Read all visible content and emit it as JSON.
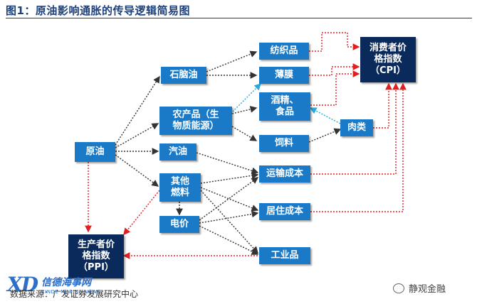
{
  "title": "图1：原油影响通胀的传导逻辑简易图",
  "nodes": {
    "crude_oil": "原油",
    "naphtha": "石脑油",
    "agri": "农产品（生\n物质能源）",
    "gasoline": "汽油",
    "other_fuel": "其他\n燃料",
    "electricity": "电价",
    "textile": "纺织品",
    "film": "薄膜",
    "liquor_food": "酒精、\n食品",
    "feed": "饲料",
    "meat": "肉类",
    "transport": "运输成本",
    "housing": "居住成本",
    "industrial": "工业品",
    "cpi": "消费者价\n格指数\n（CPI）",
    "ppi": "生产者价\n格指数\n（PPI）"
  },
  "source": "数据来源：广发证券发展研究中心",
  "watermark_left": {
    "mark": "XD",
    "name_cn": "信德海事网",
    "name_en": "XINDE MARINE NEWS"
  },
  "watermark_right": "静观金融",
  "colors": {
    "box": "#1a7ac8",
    "box_dark": "#0b2a5c",
    "arrow_dark": "#333333",
    "arrow_red": "#e02020",
    "arrow_cyan": "#2aa8d8"
  }
}
